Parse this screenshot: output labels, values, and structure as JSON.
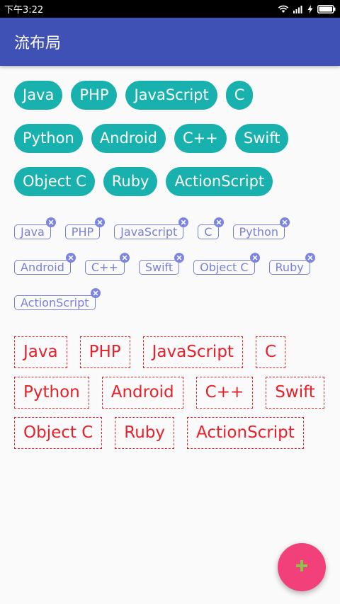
{
  "status_bar": {
    "time": "下午3:22",
    "icons": [
      "wifi-icon",
      "signal-icon",
      "charging-icon",
      "battery-icon"
    ]
  },
  "app_bar": {
    "title": "流布局"
  },
  "pill_tags": [
    "Java",
    "PHP",
    "JavaScript",
    "C",
    "Python",
    "Android",
    "C++",
    "Swift",
    "Object C",
    "Ruby",
    "ActionScript"
  ],
  "closable_tags": [
    "Java",
    "PHP",
    "JavaScript",
    "C",
    "Python",
    "Android",
    "C++",
    "Swift",
    "Object C",
    "Ruby",
    "ActionScript"
  ],
  "dashed_tags": [
    "Java",
    "PHP",
    "JavaScript",
    "C",
    "Python",
    "Android",
    "C++",
    "Swift",
    "Object C",
    "Ruby",
    "ActionScript"
  ],
  "fab": {
    "icon": "plus-icon",
    "color": "#f2417a",
    "icon_color": "#8bc34a"
  },
  "colors": {
    "app_bar": "#3f51b5",
    "pill": "#18b1ad",
    "closable_tag": "#7a80d6",
    "dashed_tag": "#e8202a"
  }
}
